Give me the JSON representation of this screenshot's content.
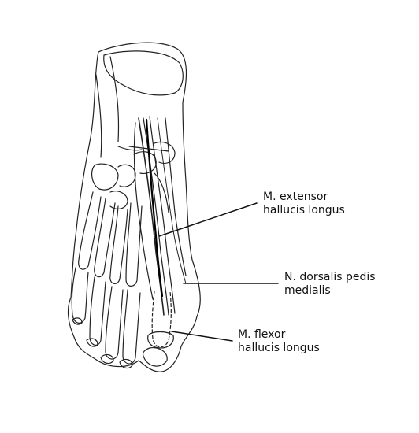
{
  "labels": {
    "extensor": {
      "line1": "M. extensor",
      "line2": "hallucis longus"
    },
    "nerve": {
      "line1": "N. dorsalis pedis",
      "line2": "medialis"
    },
    "flexor": {
      "line1": "M. flexor",
      "line2": "hallucis longus"
    }
  },
  "colors": {
    "ink": "#111111",
    "background": "#ffffff"
  }
}
